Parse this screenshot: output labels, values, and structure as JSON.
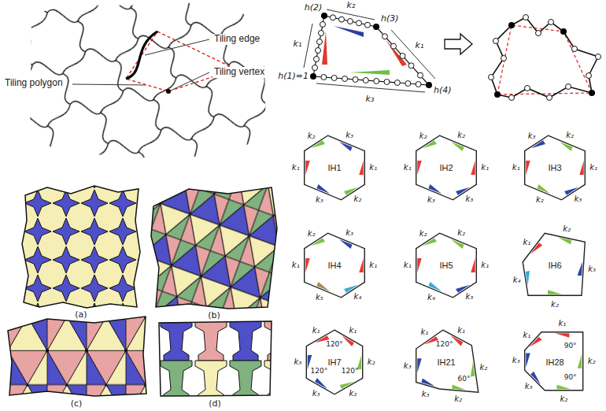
{
  "diagram": {
    "nodes": [
      {
        "text": [
          "IH1"
        ]
      },
      {
        "text": [
          "IH2"
        ]
      },
      {
        "text": [
          "IH3"
        ]
      },
      {
        "text": [
          "IH4"
        ]
      },
      {
        "text": [
          "IH5"
        ]
      },
      {
        "text": [
          "IH6"
        ]
      },
      {
        "text": [
          "IH7"
        ]
      },
      {
        "text": [
          "IH21"
        ]
      },
      {
        "text": [
          "IH28"
        ]
      }
    ],
    "labels": [
      "Tiling edge",
      "Tiling polygon",
      "Tiling vertex",
      "(a)",
      "(b)",
      "(c)",
      "(d)",
      "h(2)",
      "k₂",
      "h(3)",
      "k₁",
      "k₁",
      "h(1)=1",
      "h(4)",
      "k₃",
      "k₃",
      "k₁",
      "k₂",
      "k₃",
      "k₁",
      "k₂",
      "k₂",
      "k₁",
      "k₃",
      "k₃",
      "k₁",
      "k₂",
      "k₂",
      "k₁",
      "k₃",
      "k₂",
      "k₁",
      "k₃",
      "k₃",
      "k₁",
      "k₄",
      "k₅",
      "k₁",
      "k₂",
      "k₂",
      "k₁",
      "k₃",
      "k₄",
      "k₁",
      "k₂",
      "k₂",
      "k₃",
      "k₂",
      "k₄",
      "k₁",
      "k₁",
      "k₂",
      "k₂",
      "k₃",
      "k₃",
      "k₁",
      "120°",
      "120°",
      "120°",
      "k₁",
      "k₂",
      "k₂",
      "k₃",
      "k₃",
      "k₁",
      "120°",
      "60°",
      "k₁",
      "k₂",
      "k₂",
      "k₃",
      "k₃",
      "k₁",
      "90°",
      "90°"
    ]
  }
}
